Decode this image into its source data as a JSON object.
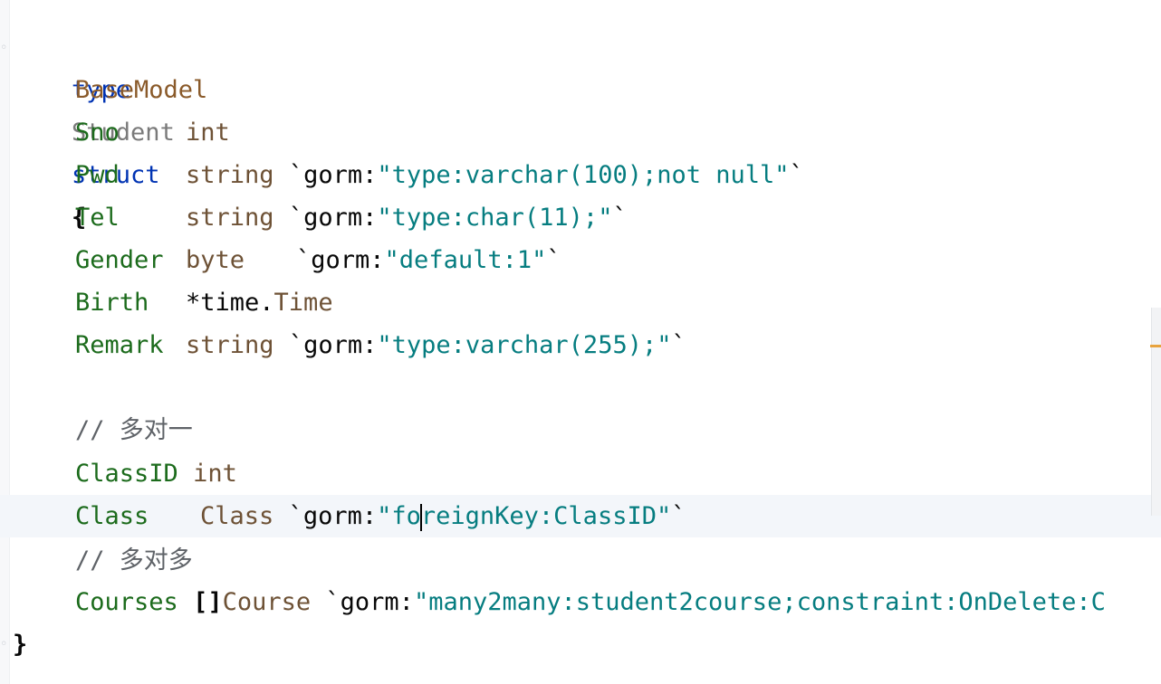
{
  "editor": {
    "lines": {
      "l1": {
        "kw_type": "type",
        "name": "Student",
        "kw_struct": "struct",
        "brace": "{"
      },
      "l2": {
        "embedded": "BaseModel"
      },
      "l3": {
        "field": "Sno",
        "type": "int"
      },
      "l4": {
        "field": "Pwd",
        "type": "string",
        "tick_open": "`",
        "tag_key": "gorm:",
        "tag_val": "\"type:varchar(100);not null\"",
        "tick_close": "`"
      },
      "l5": {
        "field": "Tel",
        "type": "string",
        "tick_open": "`",
        "tag_key": "gorm:",
        "tag_val": "\"type:char(11);\"",
        "tick_close": "`"
      },
      "l6": {
        "field": "Gender",
        "type": "byte",
        "tick_open": "`",
        "tag_key": "gorm:",
        "tag_val": "\"default:1\"",
        "tick_close": "`"
      },
      "l7": {
        "field": "Birth",
        "ptr": "*time.",
        "type": "Time"
      },
      "l8": {
        "field": "Remark",
        "type": "string",
        "tick_open": "`",
        "tag_key": "gorm:",
        "tag_val": "\"type:varchar(255);\"",
        "tick_close": "`"
      },
      "l10": {
        "comment": "// 多对一"
      },
      "l11": {
        "field": "ClassID",
        "type": "int"
      },
      "l12": {
        "field": "Class",
        "type": "Class",
        "tick_open": "`",
        "tag_key": "gorm:",
        "tag_val_a": "\"fo",
        "tag_val_b": "reignKey:ClassID\"",
        "tick_close": "`"
      },
      "l13": {
        "comment": "// 多对多"
      },
      "l14": {
        "field": "Courses",
        "slice": "[]",
        "type": "Course",
        "tick_open": "`",
        "tag_key": "gorm:",
        "tag_val": "\"many2many:student2course;constraint:OnDelete:C"
      },
      "l15": {
        "brace": "}"
      }
    }
  }
}
